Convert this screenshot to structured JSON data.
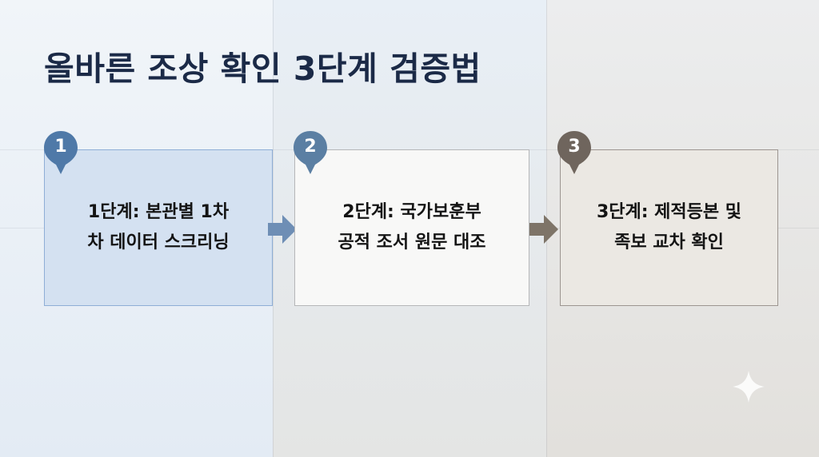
{
  "title": "올바른 조상 확인 3단계 검증법",
  "steps": [
    {
      "number": "1",
      "label": "1단계: 본관별 1차\n차 데이터 스크리닝",
      "color": "#4f79a8"
    },
    {
      "number": "2",
      "label": "2단계: 국가보훈부\n공적 조서 원문 대조",
      "color": "#5b7fa3"
    },
    {
      "number": "3",
      "label": "3단계: 제적등본 및\n족보 교차 확인",
      "color": "#6f655d"
    }
  ],
  "connectors": [
    {
      "color": "#6e8eb5"
    },
    {
      "color": "#7e7468"
    }
  ],
  "decoration": {
    "icon": "sparkle-icon",
    "color": "#ffffff"
  }
}
